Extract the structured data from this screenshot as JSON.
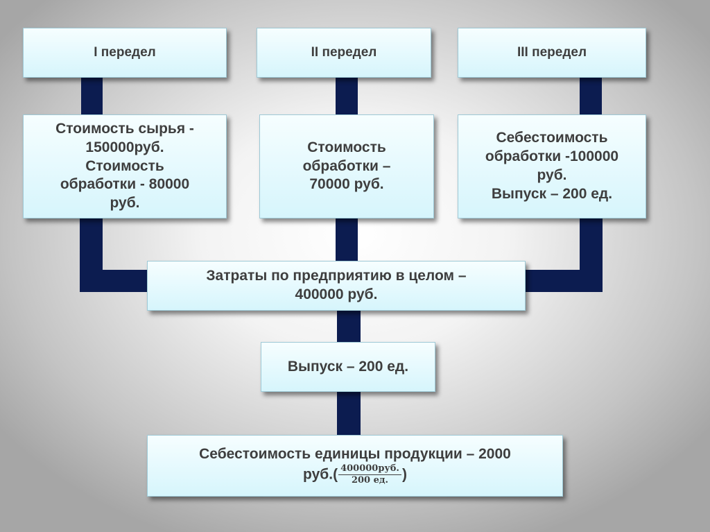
{
  "stages": [
    {
      "title": "I передел"
    },
    {
      "title": "II передел"
    },
    {
      "title": "III передел"
    }
  ],
  "details": [
    {
      "lines": [
        "Стоимость сырья -",
        "150000руб.",
        "Стоимость",
        "обработки - 80000",
        "руб."
      ]
    },
    {
      "lines": [
        "Стоимость",
        "обработки –",
        "70000 руб."
      ]
    },
    {
      "lines": [
        "Себестоимость",
        "обработки -100000",
        "руб.",
        "Выпуск – 200 ед."
      ]
    }
  ],
  "total": {
    "lines": [
      "Затраты по предприятию в целом –",
      "400000 руб."
    ]
  },
  "output": {
    "text": "Выпуск – 200 ед."
  },
  "unit_cost": {
    "line1": "Себестоимость единицы продукции – 2000",
    "prefix": "руб.(",
    "fraction_numerator": "400000руб.",
    "fraction_denominator": "200 ед.",
    "suffix": ")"
  },
  "colors": {
    "connector": "#0c1c50",
    "box_fill": "#d6f5fc",
    "text": "#3e3e3e"
  }
}
